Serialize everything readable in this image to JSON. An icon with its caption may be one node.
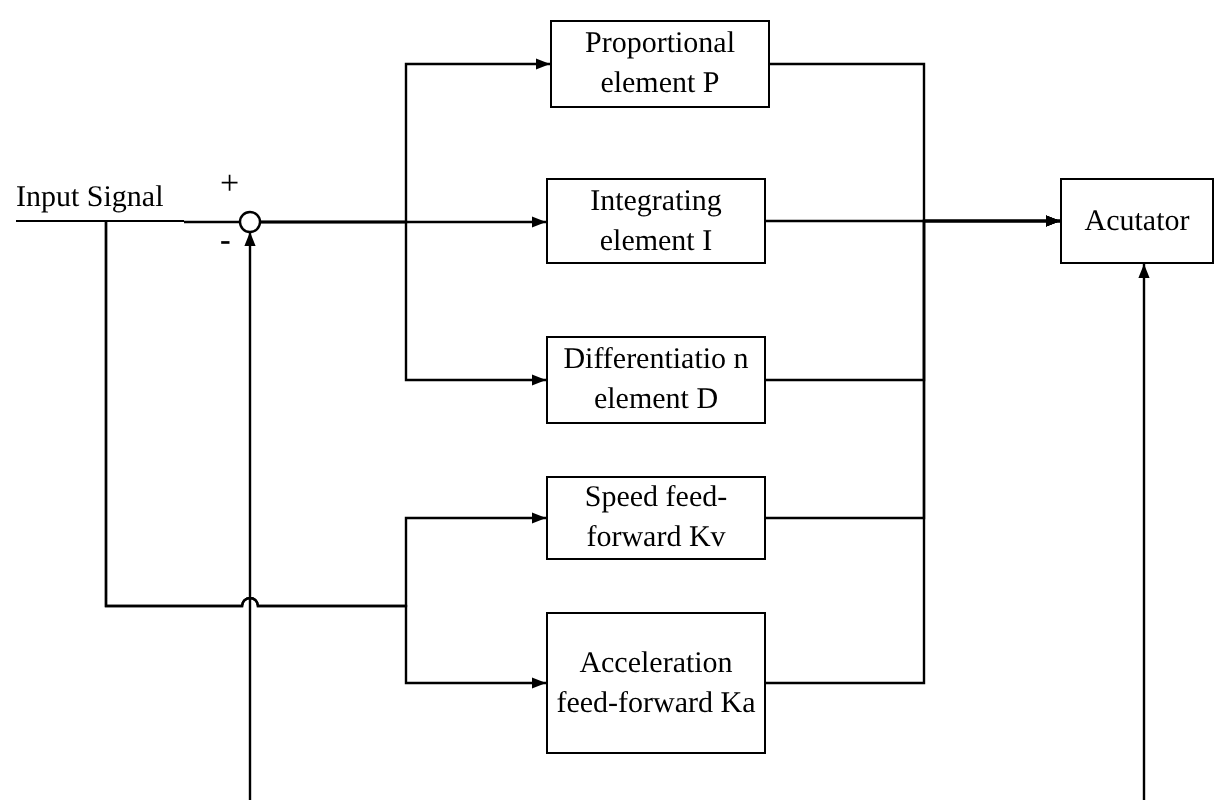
{
  "diagram": {
    "nodes": [
      {
        "text": [
          "Input Signal"
        ]
      },
      {
        "text": [],
        "shape": "circle"
      },
      {
        "text": [
          "Proportional element P"
        ]
      },
      {
        "text": [
          "Integrating element I"
        ]
      },
      {
        "text": [
          "Differentiatio n element D"
        ]
      },
      {
        "text": [
          "Speed feed-forward Kv"
        ]
      },
      {
        "text": [
          "Acceleration feed-forward Ka"
        ]
      },
      {
        "text": [
          "Acutator"
        ]
      }
    ],
    "edges": [
      {
        "from": 0,
        "to": 1,
        "arrow": "none"
      },
      {
        "from": null,
        "to": 1,
        "arrow": "to"
      },
      {
        "from": 1,
        "to": 2,
        "arrow": "to"
      },
      {
        "from": 1,
        "to": 3,
        "arrow": "to"
      },
      {
        "from": 1,
        "to": 4,
        "arrow": "to"
      },
      {
        "from": 0,
        "to": 5,
        "arrow": "to"
      },
      {
        "from": 0,
        "to": 6,
        "arrow": "to"
      },
      {
        "from": 2,
        "to": 7,
        "arrow": "to"
      },
      {
        "from": 3,
        "to": 7,
        "arrow": "to"
      },
      {
        "from": 4,
        "to": 7,
        "arrow": "to"
      },
      {
        "from": 5,
        "to": 7,
        "arrow": "to"
      },
      {
        "from": 6,
        "to": 7,
        "arrow": "to"
      },
      {
        "from": null,
        "to": 7,
        "arrow": "to"
      }
    ],
    "labels": [
      "+",
      "-"
    ]
  }
}
